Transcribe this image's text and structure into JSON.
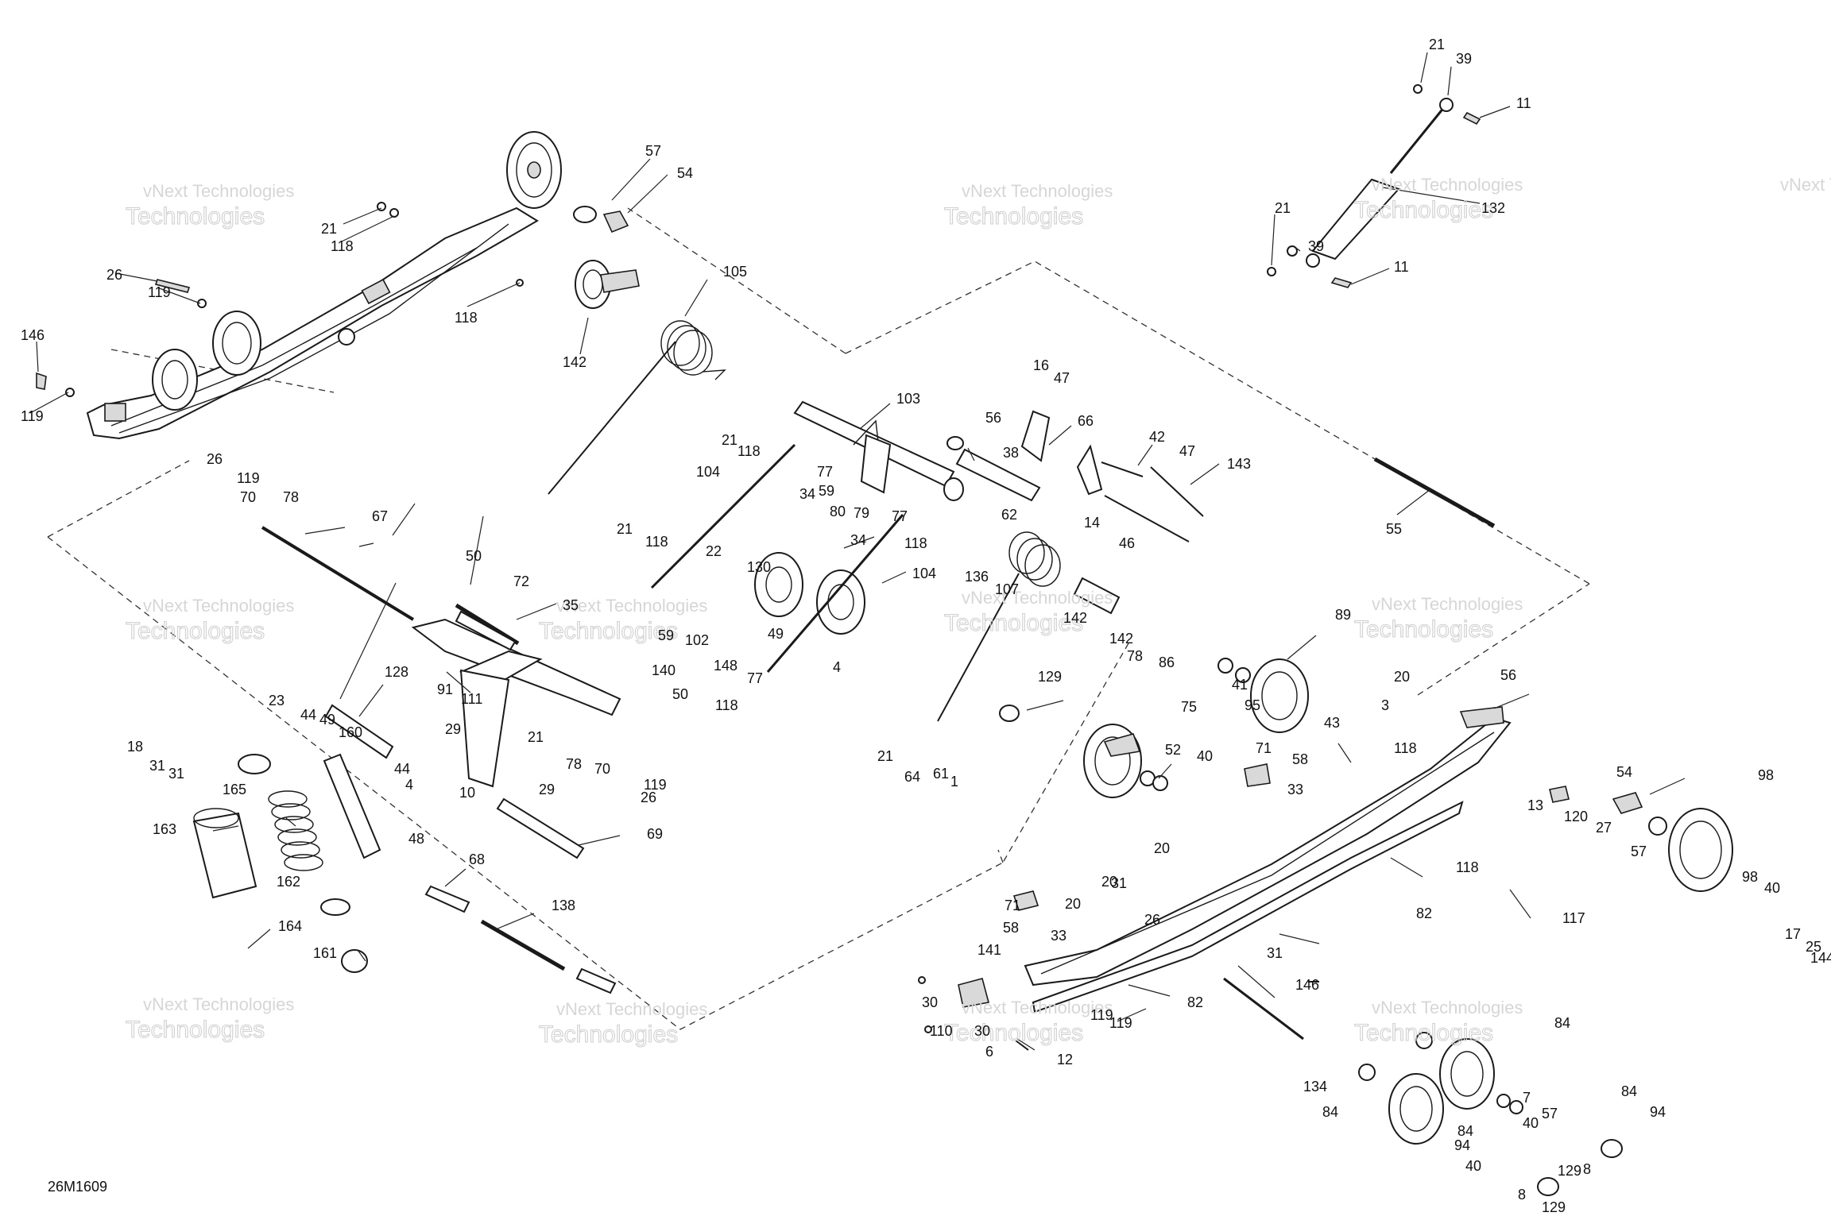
{
  "diagram_code": "26M1609",
  "watermark": {
    "line1": "vNext Technologies",
    "line2": "Technologies"
  },
  "callouts": [
    "21",
    "39",
    "11",
    "132",
    "21",
    "39",
    "11",
    "57",
    "54",
    "21",
    "118",
    "26",
    "119",
    "118",
    "146",
    "119",
    "105",
    "142",
    "103",
    "16",
    "47",
    "66",
    "56",
    "38",
    "42",
    "47",
    "143",
    "14",
    "62",
    "46",
    "55",
    "21",
    "118",
    "104",
    "77",
    "59",
    "34",
    "80",
    "79",
    "77",
    "118",
    "104",
    "136",
    "34",
    "26",
    "119",
    "70",
    "78",
    "67",
    "21",
    "118",
    "22",
    "130",
    "49",
    "102",
    "148",
    "77",
    "140",
    "118",
    "4",
    "50",
    "50",
    "72",
    "35",
    "91",
    "59",
    "128",
    "111",
    "29",
    "21",
    "29",
    "10",
    "4",
    "44",
    "78",
    "70",
    "119",
    "26",
    "23",
    "44",
    "49",
    "160",
    "18",
    "31",
    "31",
    "165",
    "163",
    "162",
    "164",
    "161",
    "48",
    "68",
    "69",
    "138",
    "107",
    "142",
    "142",
    "78",
    "86",
    "89",
    "41",
    "95",
    "43",
    "3",
    "20",
    "56",
    "129",
    "75",
    "52",
    "40",
    "71",
    "58",
    "33",
    "118",
    "21",
    "64",
    "61",
    "1",
    "54",
    "98",
    "13",
    "120",
    "27",
    "57",
    "98",
    "40",
    "17",
    "25",
    "144",
    "118",
    "117",
    "82",
    "20",
    "20",
    "31",
    "20",
    "71",
    "58",
    "33",
    "141",
    "119",
    "26",
    "31",
    "82",
    "30",
    "110",
    "30",
    "6",
    "12",
    "119",
    "146",
    "134",
    "84",
    "7",
    "57",
    "40",
    "84",
    "94",
    "40",
    "84",
    "94",
    "8",
    "129",
    "8",
    "129",
    "84"
  ]
}
